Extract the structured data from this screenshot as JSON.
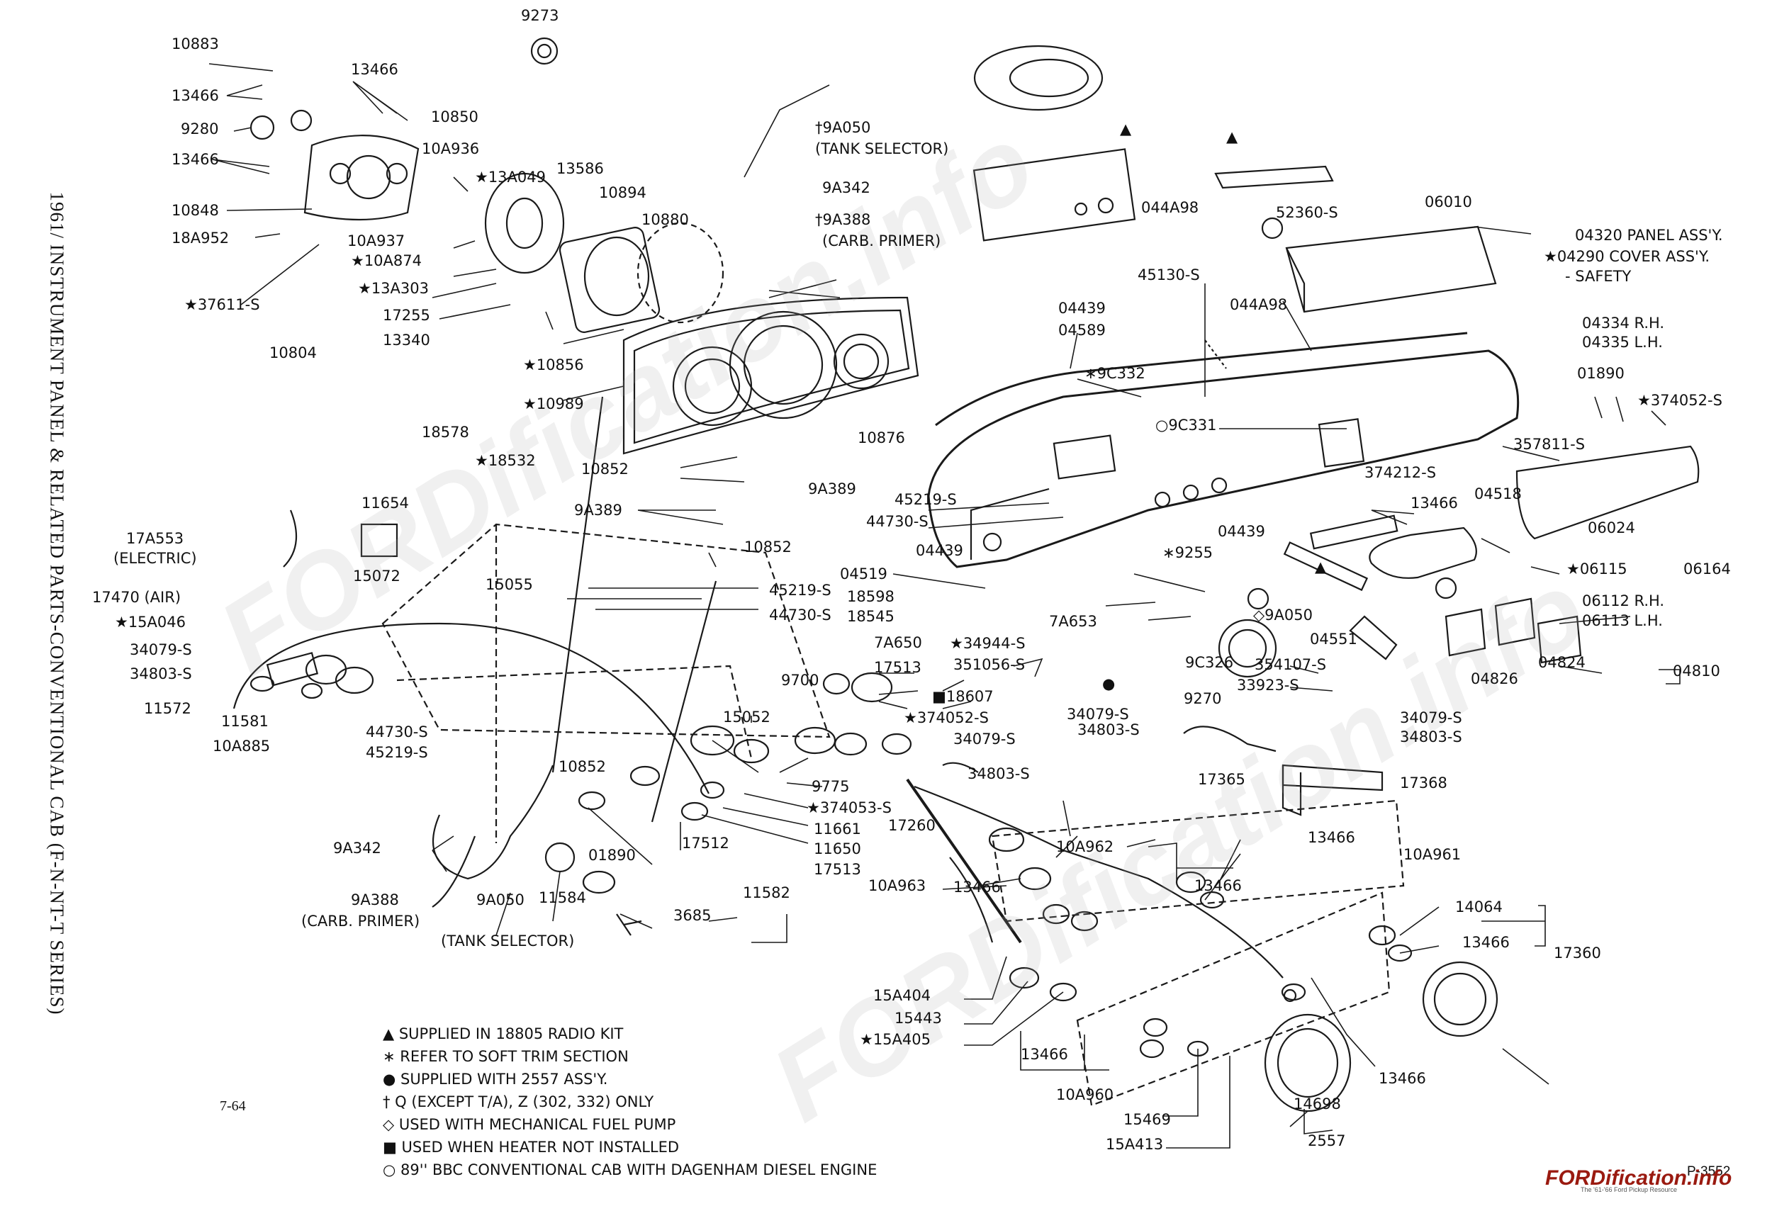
{
  "side_title": "1961/ INSTRUMENT PANEL & RELATED PARTS-CONVENTIONAL CAB (F-N-NT-T SERIES)",
  "page_number": "7-64",
  "plate_number": "P-3552",
  "watermark": {
    "main": "FORDification.info",
    "sub": "The '61-'66 Ford Pickup Resource"
  },
  "legend": [
    "▲ SUPPLIED IN 18805 RADIO KIT",
    "∗ REFER TO SOFT TRIM SECTION",
    "● SUPPLIED WITH 2557 ASS'Y.",
    "† Q (EXCEPT T/A), Z (302, 332) ONLY",
    "◇ USED WITH MECHANICAL FUEL PUMP",
    "■ USED WHEN HEATER NOT INSTALLED",
    "○ 89'' BBC CONVENTIONAL CAB WITH DAGENHAM DIESEL ENGINE"
  ],
  "labels": [
    {
      "id": "l9273",
      "text": "9273"
    },
    {
      "id": "l10883",
      "text": "10883"
    },
    {
      "id": "l13466a",
      "text": "13466"
    },
    {
      "id": "l13466b",
      "text": "13466"
    },
    {
      "id": "l9280",
      "text": "9280"
    },
    {
      "id": "l13466c",
      "text": "13466"
    },
    {
      "id": "l10848",
      "text": "10848"
    },
    {
      "id": "l18A952",
      "text": "18A952"
    },
    {
      "id": "l37611S",
      "text": "★37611-S"
    },
    {
      "id": "l10804",
      "text": "10804"
    },
    {
      "id": "l10850",
      "text": "10850"
    },
    {
      "id": "l10A936",
      "text": "10A936"
    },
    {
      "id": "l13A049",
      "text": "★13A049"
    },
    {
      "id": "l13586",
      "text": "13586"
    },
    {
      "id": "l10894",
      "text": "10894"
    },
    {
      "id": "l10880",
      "text": "10880"
    },
    {
      "id": "l10A937",
      "text": "10A937"
    },
    {
      "id": "l10A874",
      "text": "★10A874"
    },
    {
      "id": "l13A303",
      "text": "★13A303"
    },
    {
      "id": "l17255",
      "text": "17255"
    },
    {
      "id": "l13340",
      "text": "13340"
    },
    {
      "id": "l9A050t",
      "text": "†9A050"
    },
    {
      "id": "l9A050tsub",
      "text": "(TANK SELECTOR)"
    },
    {
      "id": "l9A342t",
      "text": "9A342"
    },
    {
      "id": "l9A388t",
      "text": "†9A388"
    },
    {
      "id": "l9A388tsub",
      "text": "(CARB. PRIMER)"
    },
    {
      "id": "l10856",
      "text": "★10856"
    },
    {
      "id": "l10989",
      "text": "★10989"
    },
    {
      "id": "l10876",
      "text": "10876"
    },
    {
      "id": "l18578",
      "text": "18578"
    },
    {
      "id": "l18532",
      "text": "★18532"
    },
    {
      "id": "l10852a",
      "text": "10852"
    },
    {
      "id": "l9A389a",
      "text": "9A389"
    },
    {
      "id": "l9A389b",
      "text": "9A389"
    },
    {
      "id": "l10852b",
      "text": "10852"
    },
    {
      "id": "l11654",
      "text": "11654"
    },
    {
      "id": "l17A553",
      "text": "17A553"
    },
    {
      "id": "l17A553sub",
      "text": "(ELECTRIC)"
    },
    {
      "id": "l15072",
      "text": "15072"
    },
    {
      "id": "l15055",
      "text": "15055"
    },
    {
      "id": "l17470",
      "text": "17470 (AIR)"
    },
    {
      "id": "l15A046",
      "text": "★15A046"
    },
    {
      "id": "l34079Sa",
      "text": "34079-S"
    },
    {
      "id": "l34803Sa",
      "text": "34803-S"
    },
    {
      "id": "l11572",
      "text": "11572"
    },
    {
      "id": "l11581",
      "text": "11581"
    },
    {
      "id": "l10A885",
      "text": "10A885"
    },
    {
      "id": "l44730Sa",
      "text": "44730-S"
    },
    {
      "id": "l45219Sa",
      "text": "45219-S"
    },
    {
      "id": "l45219Sb",
      "text": "45219-S"
    },
    {
      "id": "l44730Sb",
      "text": "44730-S"
    },
    {
      "id": "l044A98a",
      "text": "044A98"
    },
    {
      "id": "l9A050top",
      "text": "▲"
    },
    {
      "id": "l52360S",
      "text": "52360-S"
    },
    {
      "id": "l06010",
      "text": "06010"
    },
    {
      "id": "l45130S",
      "text": "45130-S"
    },
    {
      "id": "l044A98b",
      "text": "044A98"
    },
    {
      "id": "l04320",
      "text": "04320 PANEL ASS'Y."
    },
    {
      "id": "l04290",
      "text": "★04290 COVER ASS'Y."
    },
    {
      "id": "l04290sub",
      "text": "- SAFETY"
    },
    {
      "id": "l04439a",
      "text": "04439"
    },
    {
      "id": "l04589",
      "text": "04589"
    },
    {
      "id": "l9C332",
      "text": "∗9C332"
    },
    {
      "id": "l9C331",
      "text": "○9C331"
    },
    {
      "id": "l04334",
      "text": "04334 R.H."
    },
    {
      "id": "l04335",
      "text": "04335 L.H."
    },
    {
      "id": "l01890a",
      "text": "01890"
    },
    {
      "id": "l374052Sa",
      "text": "★374052-S"
    },
    {
      "id": "l357811S",
      "text": "357811-S"
    },
    {
      "id": "l374212S",
      "text": "374212-S"
    },
    {
      "id": "l45219Sc",
      "text": "45219-S"
    },
    {
      "id": "l44730Sc",
      "text": "44730-S"
    },
    {
      "id": "l13466d",
      "text": "13466"
    },
    {
      "id": "l04518",
      "text": "04518"
    },
    {
      "id": "l04439b",
      "text": "04439"
    },
    {
      "id": "l06024",
      "text": "06024"
    },
    {
      "id": "l06115",
      "text": "★06115"
    },
    {
      "id": "l06164",
      "text": "06164"
    },
    {
      "id": "l9255",
      "text": "∗9255"
    },
    {
      "id": "l04519",
      "text": "04519"
    },
    {
      "id": "l04439c",
      "text": "04439"
    },
    {
      "id": "l06112",
      "text": "06112 R.H."
    },
    {
      "id": "l06113",
      "text": "06113 L.H."
    },
    {
      "id": "l9A050m",
      "text": "◇9A050"
    },
    {
      "id": "l04551",
      "text": "04551"
    },
    {
      "id": "l354107S",
      "text": "354107-S"
    },
    {
      "id": "l33923S",
      "text": "33923-S"
    },
    {
      "id": "l04826",
      "text": "04826"
    },
    {
      "id": "l04824",
      "text": "04824"
    },
    {
      "id": "l04810",
      "text": "04810"
    },
    {
      "id": "l18598",
      "text": "18598"
    },
    {
      "id": "l18545",
      "text": "18545"
    },
    {
      "id": "l7A650",
      "text": "7A650"
    },
    {
      "id": "l17513a",
      "text": "17513"
    },
    {
      "id": "l18607",
      "text": "■18607"
    },
    {
      "id": "l34944S",
      "text": "★34944-S"
    },
    {
      "id": "l351056S",
      "text": "351056-S"
    },
    {
      "id": "l7A653",
      "text": "7A653"
    },
    {
      "id": "l9C326",
      "text": "9C326"
    },
    {
      "id": "l9270",
      "text": "9270"
    },
    {
      "id": "l9700",
      "text": "9700"
    },
    {
      "id": "l374052Sb",
      "text": "★374052-S"
    },
    {
      "id": "l34079Sb",
      "text": "34079-S"
    },
    {
      "id": "l34803Sb",
      "text": "34803-S"
    },
    {
      "id": "l34079Sc",
      "text": "34079-S"
    },
    {
      "id": "l34803Sc",
      "text": "34803-S"
    },
    {
      "id": "l34079Sd",
      "text": "34079-S"
    },
    {
      "id": "l34803Sd",
      "text": "34803-S"
    },
    {
      "id": "l17365",
      "text": "17365"
    },
    {
      "id": "l17368",
      "text": "17368"
    },
    {
      "id": "l15052",
      "text": "15052"
    },
    {
      "id": "l10852c",
      "text": "10852"
    },
    {
      "id": "l9775",
      "text": "9775"
    },
    {
      "id": "l374053S",
      "text": "★374053-S"
    },
    {
      "id": "l11661",
      "text": "11661"
    },
    {
      "id": "l11650",
      "text": "11650"
    },
    {
      "id": "l17513b",
      "text": "17513"
    },
    {
      "id": "l17512",
      "text": "17512"
    },
    {
      "id": "l01890b",
      "text": "01890"
    },
    {
      "id": "l9A342b",
      "text": "9A342"
    },
    {
      "id": "l9A388b",
      "text": "9A388"
    },
    {
      "id": "l9A388bsub",
      "text": "(CARB. PRIMER)"
    },
    {
      "id": "l9A050b",
      "text": "9A050"
    },
    {
      "id": "l9A050bsub",
      "text": "(TANK SELECTOR)"
    },
    {
      "id": "l11584",
      "text": "11584"
    },
    {
      "id": "l3685",
      "text": "3685"
    },
    {
      "id": "l11582",
      "text": "11582"
    },
    {
      "id": "l17260",
      "text": "17260"
    },
    {
      "id": "l10A962",
      "text": "10A962"
    },
    {
      "id": "l13466e",
      "text": "13466"
    },
    {
      "id": "l10A961",
      "text": "10A961"
    },
    {
      "id": "l13466f",
      "text": "13466"
    },
    {
      "id": "l10A963",
      "text": "10A963"
    },
    {
      "id": "l13466g",
      "text": "13466"
    },
    {
      "id": "l14064",
      "text": "14064"
    },
    {
      "id": "l13466h",
      "text": "13466"
    },
    {
      "id": "l17360",
      "text": "17360"
    },
    {
      "id": "l15A404",
      "text": "15A404"
    },
    {
      "id": "l15443",
      "text": "15443"
    },
    {
      "id": "l15A405",
      "text": "★15A405"
    },
    {
      "id": "l13466i",
      "text": "13466"
    },
    {
      "id": "l10A960",
      "text": "10A960"
    },
    {
      "id": "l15469",
      "text": "15469"
    },
    {
      "id": "l15A413",
      "text": "15A413"
    },
    {
      "id": "l2557",
      "text": "2557"
    },
    {
      "id": "l14698",
      "text": "14698"
    },
    {
      "id": "l13466j",
      "text": "13466"
    },
    {
      "id": "lradio",
      "text": "▲"
    },
    {
      "id": "ltri2",
      "text": "▲"
    },
    {
      "id": "ldot",
      "text": "●"
    }
  ]
}
